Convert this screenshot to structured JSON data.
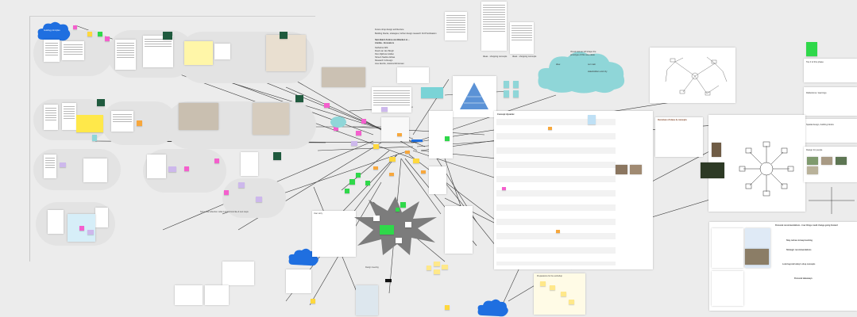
{
  "board": {
    "cloud_left_title": "Guiding principles",
    "cloud_center_texts": [
      "Visual tool we will shape the",
      "prototype of this new ideas",
      "idea:",
      "our main",
      "stakeholders and city"
    ],
    "center_header": [
      "Future shop design architecture",
      "Building blocks, strategies, further design research 3rd Prioritisation",
      "Sam Baird Andrea van Blanken & ...",
      "Annika - Innovators"
    ],
    "center_people": [
      "Katharina Witt",
      "Ruud van den Bergh",
      "Pam Dijkhuis & Ellen",
      "Stina & Nadine Abbas",
      "Research & Design",
      "Lisa Jacobs, Jessica Mortensen"
    ],
    "top_center_labels": [
      "Ideas · shopping concepts",
      "Ideas · shopping concepts"
    ],
    "right_headers": [
      "Concept dynamic",
      "Overview of ideas & concepts",
      "Design for people"
    ],
    "sidebar_notes": [
      "Top 3 of this phase",
      "Reflections / learnings",
      "Spatial design, building blocks"
    ],
    "bottom_texts": [
      "Some final reflection: what it should look like & next steps",
      "Design meeting",
      "User story",
      "Preparations for the workshop"
    ],
    "bottom_right_titles": [
      "Personal recommendations - how things could change going forward",
      "Stay curious & keep learning",
      "Strategic recommendations",
      "Look beyond today's shop concepts",
      "Personal takeaways"
    ]
  },
  "colors": {
    "board_bg": "#ececec",
    "frame": "#ffffff",
    "blob": "#e3e3e3",
    "cloud_blue": "#1f6fe0",
    "cloud_teal": "#8fd6d8",
    "sticky_yellow": "#ffd83d",
    "sticky_pink": "#f45fcd",
    "sticky_green": "#2fd84a",
    "sticky_orange": "#f7a73c",
    "sticky_purple": "#cdb8ec",
    "star_gray": "#7c7c7c",
    "dark_green": "#1f5a3e",
    "line": "#333333"
  }
}
